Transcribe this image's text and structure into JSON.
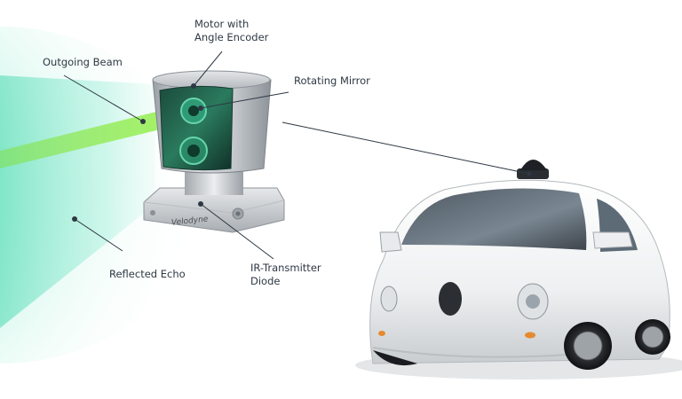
{
  "labels": {
    "motor": [
      "Motor with",
      "Angle Encoder"
    ],
    "outgoing_beam": "Outgoing Beam",
    "rotating_mirror": "Rotating Mirror",
    "reflected_echo": "Reflected Echo",
    "ir_transmitter": [
      "IR-Transmitter",
      "Diode"
    ]
  },
  "device": {
    "brand": "Velodyne"
  },
  "colors": {
    "label_text": "#2e3844",
    "leader_line": "#2e3844",
    "beam_green": "#7ee03a",
    "echo_teal": "#3fd8a8",
    "sensor_silver": "#c8ccd0",
    "car_white": "#f2f3f4"
  }
}
